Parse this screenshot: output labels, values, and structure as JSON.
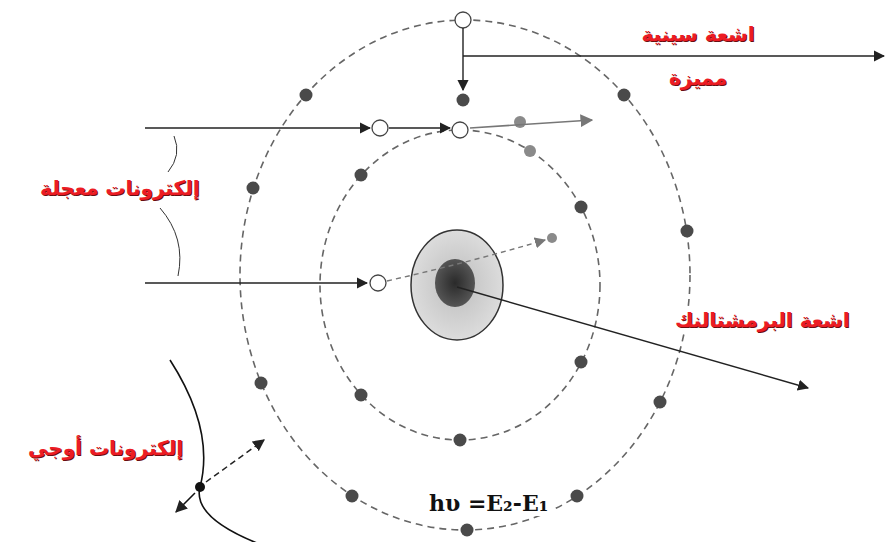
{
  "diagram": {
    "labels": [
      "اشعة سينية مميزة",
      "إلكترونات معجلة",
      "اشعة البرمشتالنك",
      "إلكترونات أوجي",
      "hυ =E₂-E₁"
    ]
  }
}
